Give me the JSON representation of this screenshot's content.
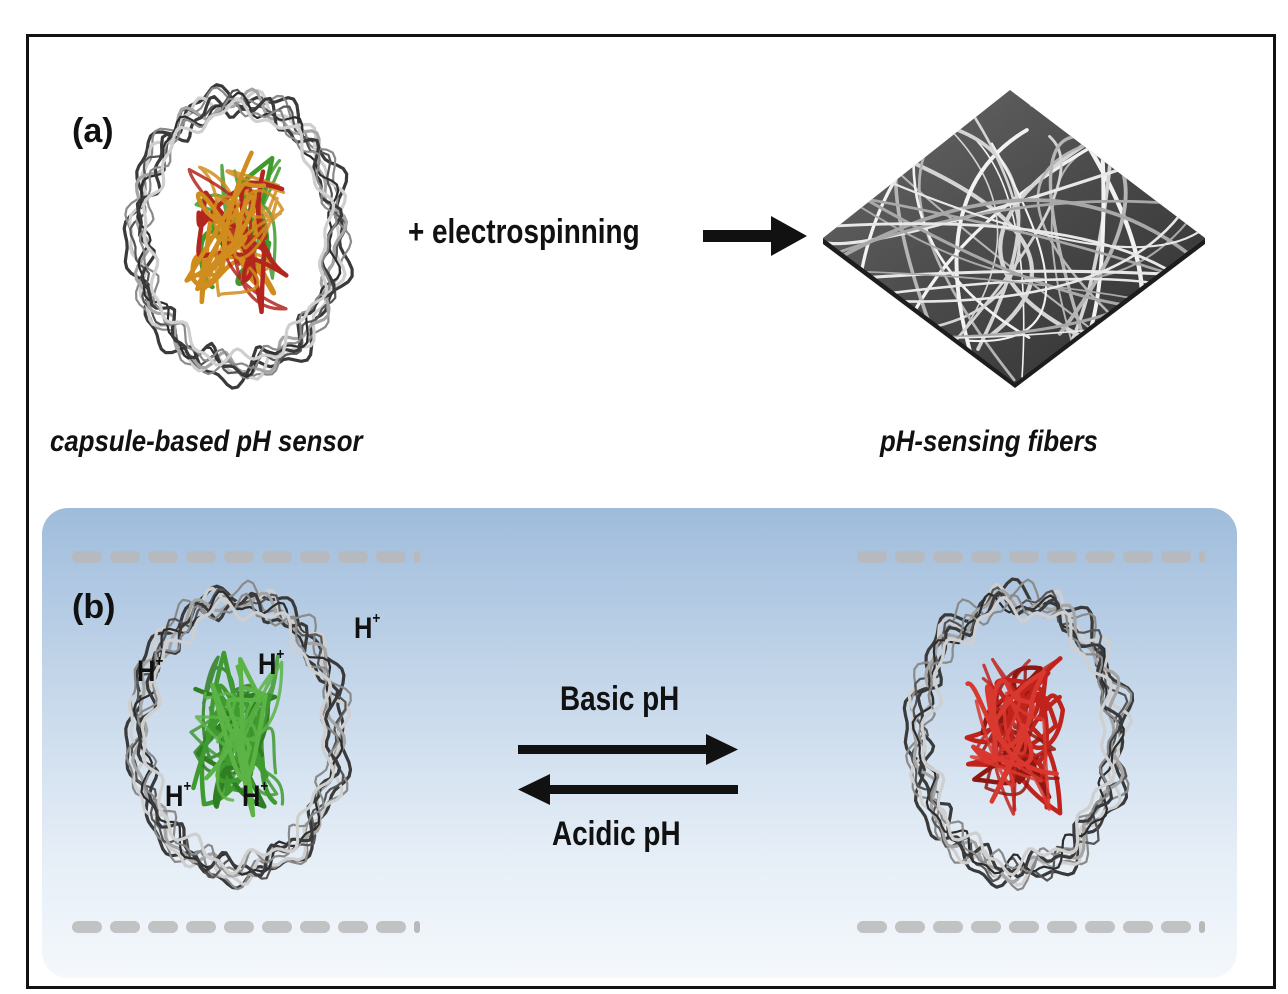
{
  "panel_a": {
    "label": "(a)",
    "process_text": "+ electrospinning",
    "left_caption": "capsule-based pH sensor",
    "right_caption": "pH-sensing fibers"
  },
  "panel_b": {
    "label": "(b)",
    "forward_label": "Basic pH",
    "reverse_label": "Acidic pH",
    "ion_symbol": "H",
    "ion_charge": "+"
  },
  "colors": {
    "capsule_shell": "#6a6a6a",
    "mixed_coil": [
      "#3d9a2b",
      "#d08c1c",
      "#b3261e"
    ],
    "green_coil": "#3f9a2f",
    "red_coil": "#c0221c",
    "panel_b_top": "#9fbcdc",
    "panel_b_bottom": "#f4f8fc"
  }
}
